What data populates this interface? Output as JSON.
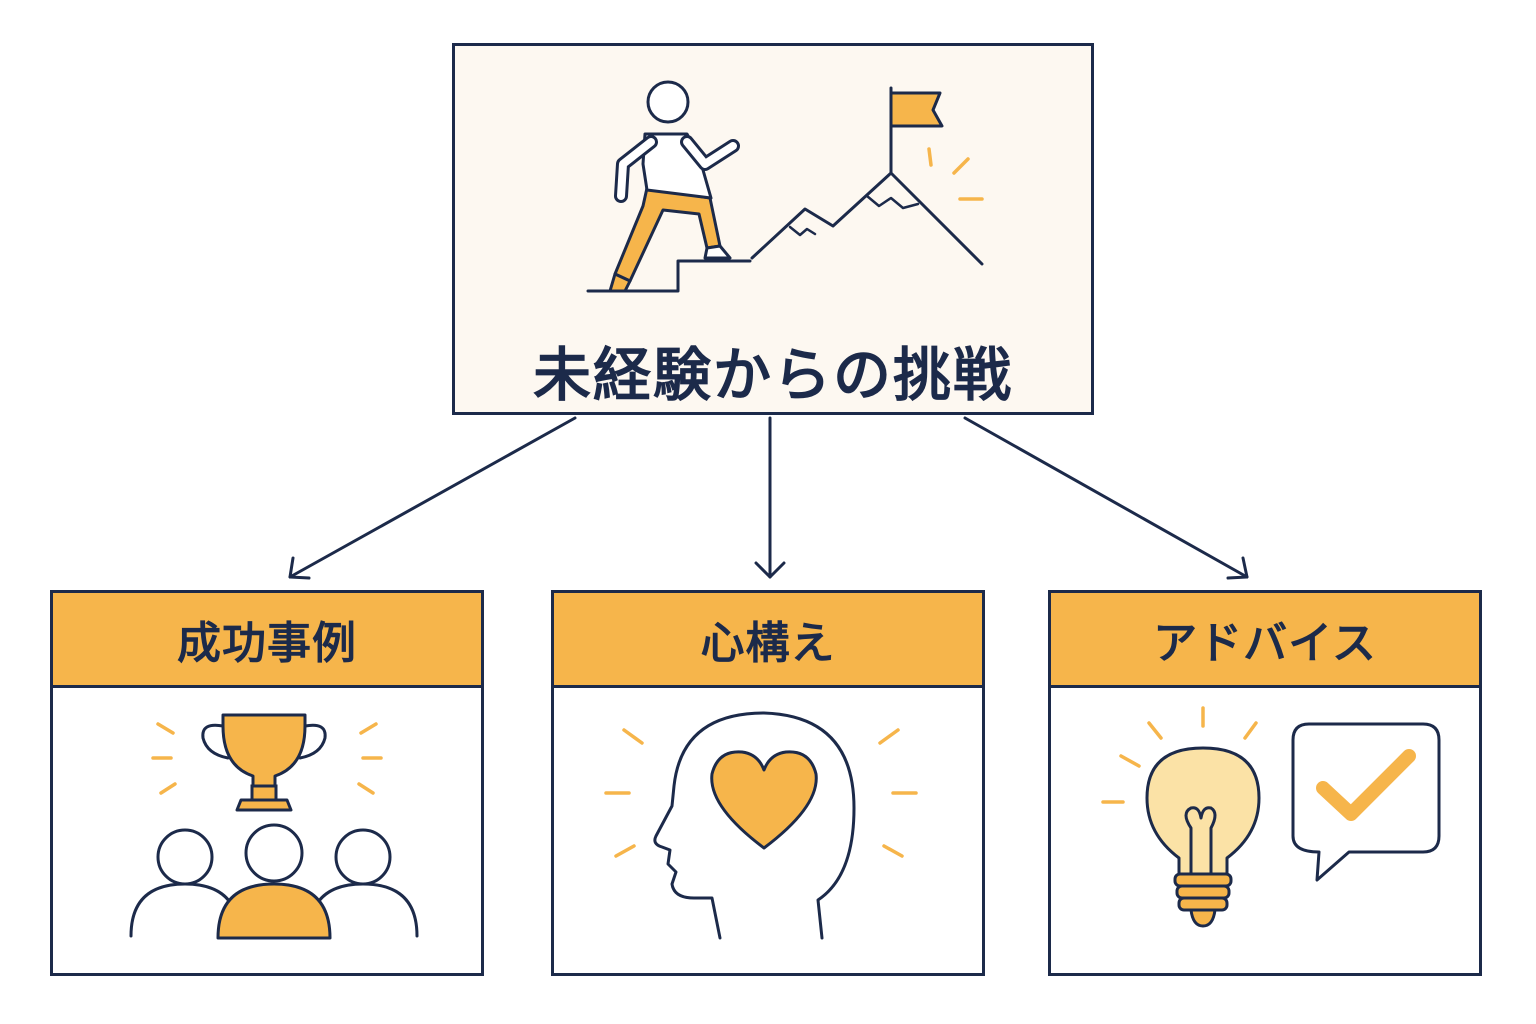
{
  "root": {
    "title": "未経験からの挑戦",
    "icon": "climbing-person-mountain-flag-icon"
  },
  "children": [
    {
      "label": "成功事例",
      "icon": "trophy-people-icon"
    },
    {
      "label": "心構え",
      "icon": "head-heart-icon"
    },
    {
      "label": "アドバイス",
      "icon": "lightbulb-checkmark-bubble-icon"
    }
  ],
  "colors": {
    "stroke": "#1c2a4a",
    "accent": "#f6b54b",
    "root_background": "#fdf8f1"
  }
}
